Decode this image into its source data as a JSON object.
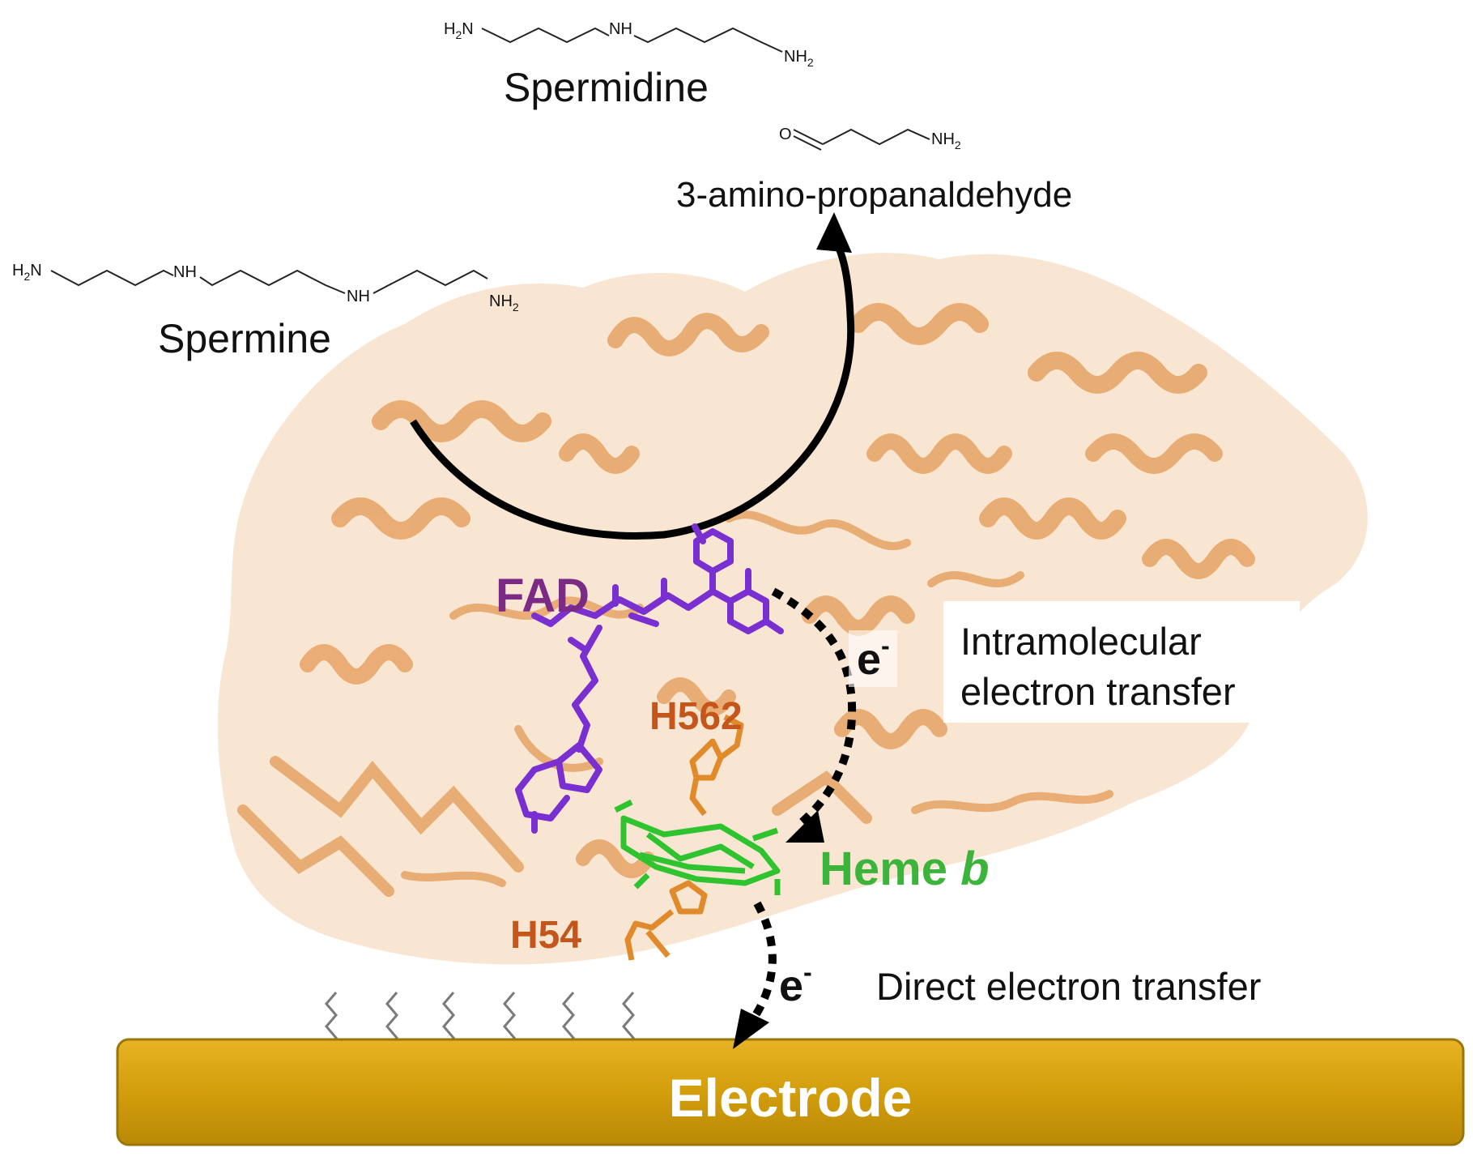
{
  "labels": {
    "spermidine": "Spermidine",
    "spermine": "Spermine",
    "aldehyde": "3-amino-propanaldehyde",
    "fad": "FAD",
    "h562": "H562",
    "heme_prefix": "Heme ",
    "heme_italic": "b",
    "h54": "H54",
    "electron": "e",
    "electron_sup": "-",
    "intramolecular_line1": "Intramolecular",
    "intramolecular_line2": "electron transfer",
    "direct": "Direct electron transfer",
    "electrode": "Electrode"
  },
  "chem_atoms": {
    "h2n": "H",
    "two": "2",
    "n": "N",
    "nh": "NH",
    "nh2_n": "NH",
    "o": "O"
  },
  "colors": {
    "protein": "#e8a25c",
    "protein_dark": "#c97a35",
    "fad": "#7a2fd0",
    "fad_label": "#7b2a86",
    "residue": "#e08a2c",
    "residue_label": "#c4561c",
    "heme": "#2fc42f",
    "heme_label": "#3cb43c",
    "electrode": "#d6a10e",
    "electrode_text": "#ffffff",
    "arrow": "#000000"
  }
}
